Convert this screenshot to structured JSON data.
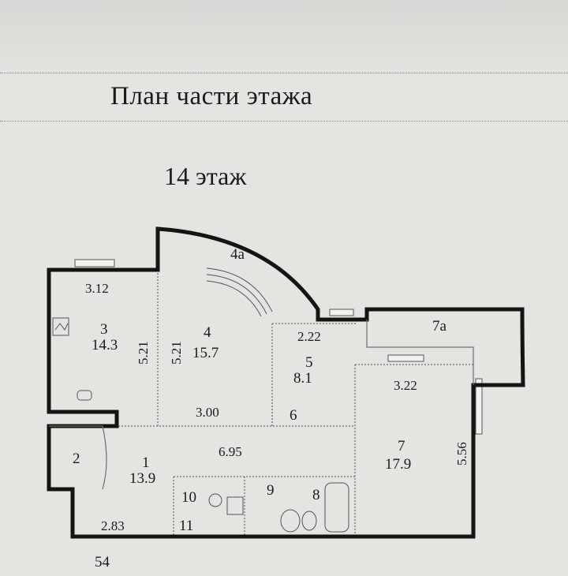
{
  "title": "План части этажа",
  "floor": "14 этаж",
  "rooms": [
    {
      "num": "2"
    },
    {
      "num": "3",
      "area": "14.3"
    },
    {
      "num": "4",
      "area": "15.7"
    },
    {
      "num": "4a"
    },
    {
      "num": "5",
      "area": "8.1"
    },
    {
      "num": "6"
    },
    {
      "num": "7",
      "area": "17.9"
    },
    {
      "num": "7a"
    },
    {
      "num": "1",
      "area": "13.9"
    },
    {
      "num": "8"
    },
    {
      "num": "9"
    },
    {
      "num": "10"
    },
    {
      "num": "11"
    }
  ],
  "dimensions": {
    "d_312": "3.12",
    "d_521_a": "5.21",
    "d_521_b": "5.21",
    "d_300": "3.00",
    "d_222": "2.22",
    "d_322": "3.22",
    "d_556": "5.56",
    "d_695": "6.95",
    "d_283": "2.83"
  },
  "footer_number": "54"
}
